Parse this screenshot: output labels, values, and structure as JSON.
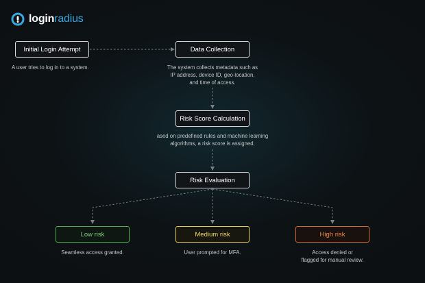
{
  "logo": {
    "brand_part1": "login",
    "brand_part2": "radius"
  },
  "nodes": {
    "initial_login": {
      "label": "Initial Login Attempt",
      "description": "A user tries to log in to a system."
    },
    "data_collection": {
      "label": "Data Collection",
      "description_lines": [
        "The system collects metadata such as",
        "IP address, device ID, geo-location,",
        "and time of access."
      ]
    },
    "risk_score": {
      "label": "Risk Score Calculation",
      "description_lines": [
        "ased on predefined rules and machine learning",
        "algorithms, a risk score is assigned."
      ]
    },
    "risk_evaluation": {
      "label": "Risk Evaluation"
    }
  },
  "outcomes": {
    "low": {
      "label": "Low risk",
      "description": "Seamless access granted.",
      "color": "#4caf50"
    },
    "medium": {
      "label": "Medium risk",
      "description": "User prompted for MFA.",
      "color": "#e3cc55"
    },
    "high": {
      "label": "High risk",
      "description_lines": [
        "Access denied or",
        "flagged for manual review."
      ],
      "color": "#d16a35"
    }
  },
  "colors": {
    "background": "#0d1012",
    "connector": "#7b8084",
    "accent": "#3aa6de"
  }
}
